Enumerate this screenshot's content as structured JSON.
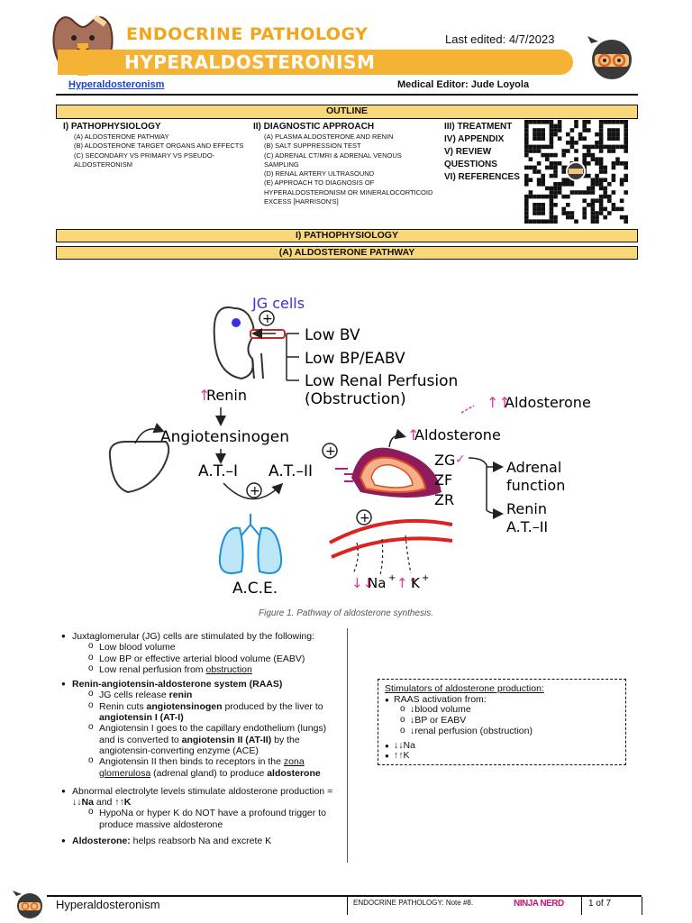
{
  "header": {
    "topic": "ENDOCRINE PATHOLOGY",
    "title": "HYPERALDOSTERONISM",
    "last_edited": "Last edited: 4/7/2023",
    "link": "Hyperaldosteronism",
    "editor": "Medical Editor: Jude Loyola"
  },
  "outline": {
    "title": "OUTLINE",
    "col1": {
      "head": "I) PATHOPHYSIOLOGY",
      "items": [
        "(A) ALDOSTERONE PATHWAY",
        "(B) ALDOSTERONE TARGET ORGANS AND EFFECTS",
        "(C) SECONDARY VS PRIMARY VS PSEUDO-",
        "ALDOSTERONISM"
      ]
    },
    "col2": {
      "head": "II) DIAGNOSTIC APPROACH",
      "items": [
        "(A) PLASMA ALDOSTERONE AND RENIN",
        "(B) SALT SUPPRESSION TEST",
        "(C) ADRENAL CT/MRI & ADRENAL VENOUS",
        "SAMPLING",
        "(D) RENAL ARTERY ULTRASOUND",
        "(E) APPROACH TO DIAGNOSIS OF",
        "HYPERALDOSTERONISM OR MINERALOCORTICOID",
        "EXCESS [HARRISON'S]"
      ]
    },
    "col3": [
      "III) TREATMENT",
      "IV) APPENDIX",
      "V) REVIEW",
      "QUESTIONS",
      "VI) REFERENCES"
    ]
  },
  "sections": {
    "main": "I)  PATHOPHYSIOLOGY",
    "sub": "(A)  ALDOSTERONE PATHWAY"
  },
  "figure": {
    "jg": "JG cells",
    "low_bv": "Low BV",
    "low_bp": "Low BP/EABV",
    "low_renal": "Low Renal Perfusion",
    "obstruction": "(Obstruction)",
    "renin": "Renin",
    "up_aldo": "Aldosterone",
    "angiotensinogen": "Angiotensinogen",
    "at1": "A.T.–I",
    "at2": "A.T.–II",
    "aldo": "Aldosterone",
    "zg": "ZG",
    "zf": "ZF",
    "zr": "ZR",
    "adrenal": "Adrenal",
    "function": "function",
    "renin2": "Renin",
    "at2b": "A.T.–II",
    "ace": "A.C.E.",
    "na": "Na",
    "k": "K",
    "up": "↑",
    "upup": "↑↑",
    "downdown": "↓↓",
    "plus": "+",
    "sup_plus": "+",
    "check": "✓",
    "caption": "Figure 1. Pathway of aldosterone synthesis."
  },
  "notes": {
    "jg_head": "Juxtaglomerular (JG) cells are stimulated by the following:",
    "jg_items": [
      "Low blood volume",
      "Low BP or effective arterial blood volume (EABV)"
    ],
    "jg_item3a": "Low renal perfusion from ",
    "jg_item3b": "obstruction",
    "raas_head": "Renin-angiotensin-aldosterone system (RAAS)",
    "raas1a": "JG cells release ",
    "raas1b": "renin",
    "raas2a": "Renin cuts ",
    "raas2b": "angiotensinogen",
    "raas2c": " produced by the liver to ",
    "raas2d": "angiotensin I (AT-I)",
    "raas3a": "Angiotensin I goes to the capillary endothelium (lungs) and is converted to ",
    "raas3b": "angiotensin II (AT-II)",
    "raas3c": " by the angiotensin-converting enzyme (ACE)",
    "raas4a": "Angiotensin II then binds to receptors in the ",
    "raas4b": "zona glomerulosa",
    "raas4c": " (adrenal gland) to produce ",
    "raas4d": "aldosterone",
    "elec_a": "Abnormal electrolyte levels stimulate aldosterone production = ",
    "elec_b": "↓↓Na",
    "elec_c": " and ",
    "elec_d": "↑↑K",
    "elec_sub": "HypoNa or hyper K do NOT have a profound trigger to produce massive aldosterone",
    "aldo_a": "Aldosterone:",
    "aldo_b": " helps reabsorb Na and excrete K"
  },
  "stim": {
    "title": "Stimulators of aldosterone production:",
    "raas": "RAAS activation from:",
    "items": [
      "↓blood volume",
      "↓BP or EABV",
      "↓renal perfusion (obstruction)"
    ],
    "na": "↓↓Na",
    "k": "↑↑K"
  },
  "footer": {
    "title": "Hyperaldosteronism",
    "note": "ENDOCRINE PATHOLOGY: Note #8.",
    "brand": "NINJA NERD",
    "page": "1 of 7"
  },
  "colors": {
    "gold": "#f5b335",
    "pink": "#e0389a",
    "jg_blue": "#3a2ee0",
    "accent_orange": "#f2a51a"
  }
}
